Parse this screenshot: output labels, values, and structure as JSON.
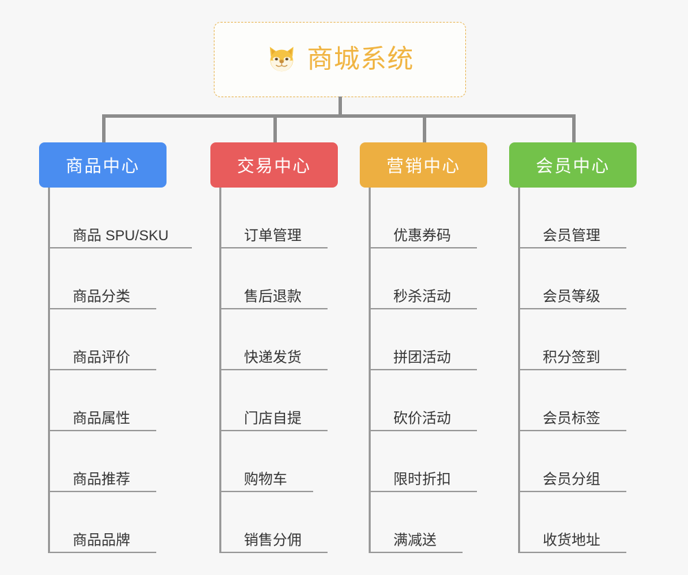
{
  "root": {
    "title": "商城系统",
    "icon": "shiba-dog-face-icon",
    "accent_color": "#f0b441",
    "border_color": "#e8b552",
    "card_background": "#fdfdfb"
  },
  "page": {
    "background_color": "#f7f7f7",
    "connector_color": "#8c8c8c",
    "spine_color": "#9a9a9a",
    "leaf_text_color": "#333333"
  },
  "branches": [
    {
      "label": "商品中心",
      "color": "#4a8df0",
      "leaves": [
        {
          "label": "商品 SPU/SKU",
          "underline_width": 207
        },
        {
          "label": "商品分类",
          "underline_width": 155
        },
        {
          "label": "商品评价",
          "underline_width": 155
        },
        {
          "label": "商品属性",
          "underline_width": 155
        },
        {
          "label": "商品推荐",
          "underline_width": 155
        },
        {
          "label": "商品品牌",
          "underline_width": 155
        }
      ]
    },
    {
      "label": "交易中心",
      "color": "#e85c5c",
      "leaves": [
        {
          "label": "订单管理",
          "underline_width": 155
        },
        {
          "label": "售后退款",
          "underline_width": 155
        },
        {
          "label": "快递发货",
          "underline_width": 155
        },
        {
          "label": "门店自提",
          "underline_width": 155
        },
        {
          "label": "购物车",
          "underline_width": 134
        },
        {
          "label": "销售分佣",
          "underline_width": 155
        }
      ]
    },
    {
      "label": "营销中心",
      "color": "#edaf41",
      "leaves": [
        {
          "label": "优惠券码",
          "underline_width": 155
        },
        {
          "label": "秒杀活动",
          "underline_width": 155
        },
        {
          "label": "拼团活动",
          "underline_width": 155
        },
        {
          "label": "砍价活动",
          "underline_width": 155
        },
        {
          "label": "限时折扣",
          "underline_width": 155
        },
        {
          "label": "满减送",
          "underline_width": 134
        }
      ]
    },
    {
      "label": "会员中心",
      "color": "#73c24a",
      "leaves": [
        {
          "label": "会员管理",
          "underline_width": 155
        },
        {
          "label": "会员等级",
          "underline_width": 155
        },
        {
          "label": "积分签到",
          "underline_width": 155
        },
        {
          "label": "会员标签",
          "underline_width": 155
        },
        {
          "label": "会员分组",
          "underline_width": 155
        },
        {
          "label": "收货地址",
          "underline_width": 155
        }
      ]
    }
  ]
}
